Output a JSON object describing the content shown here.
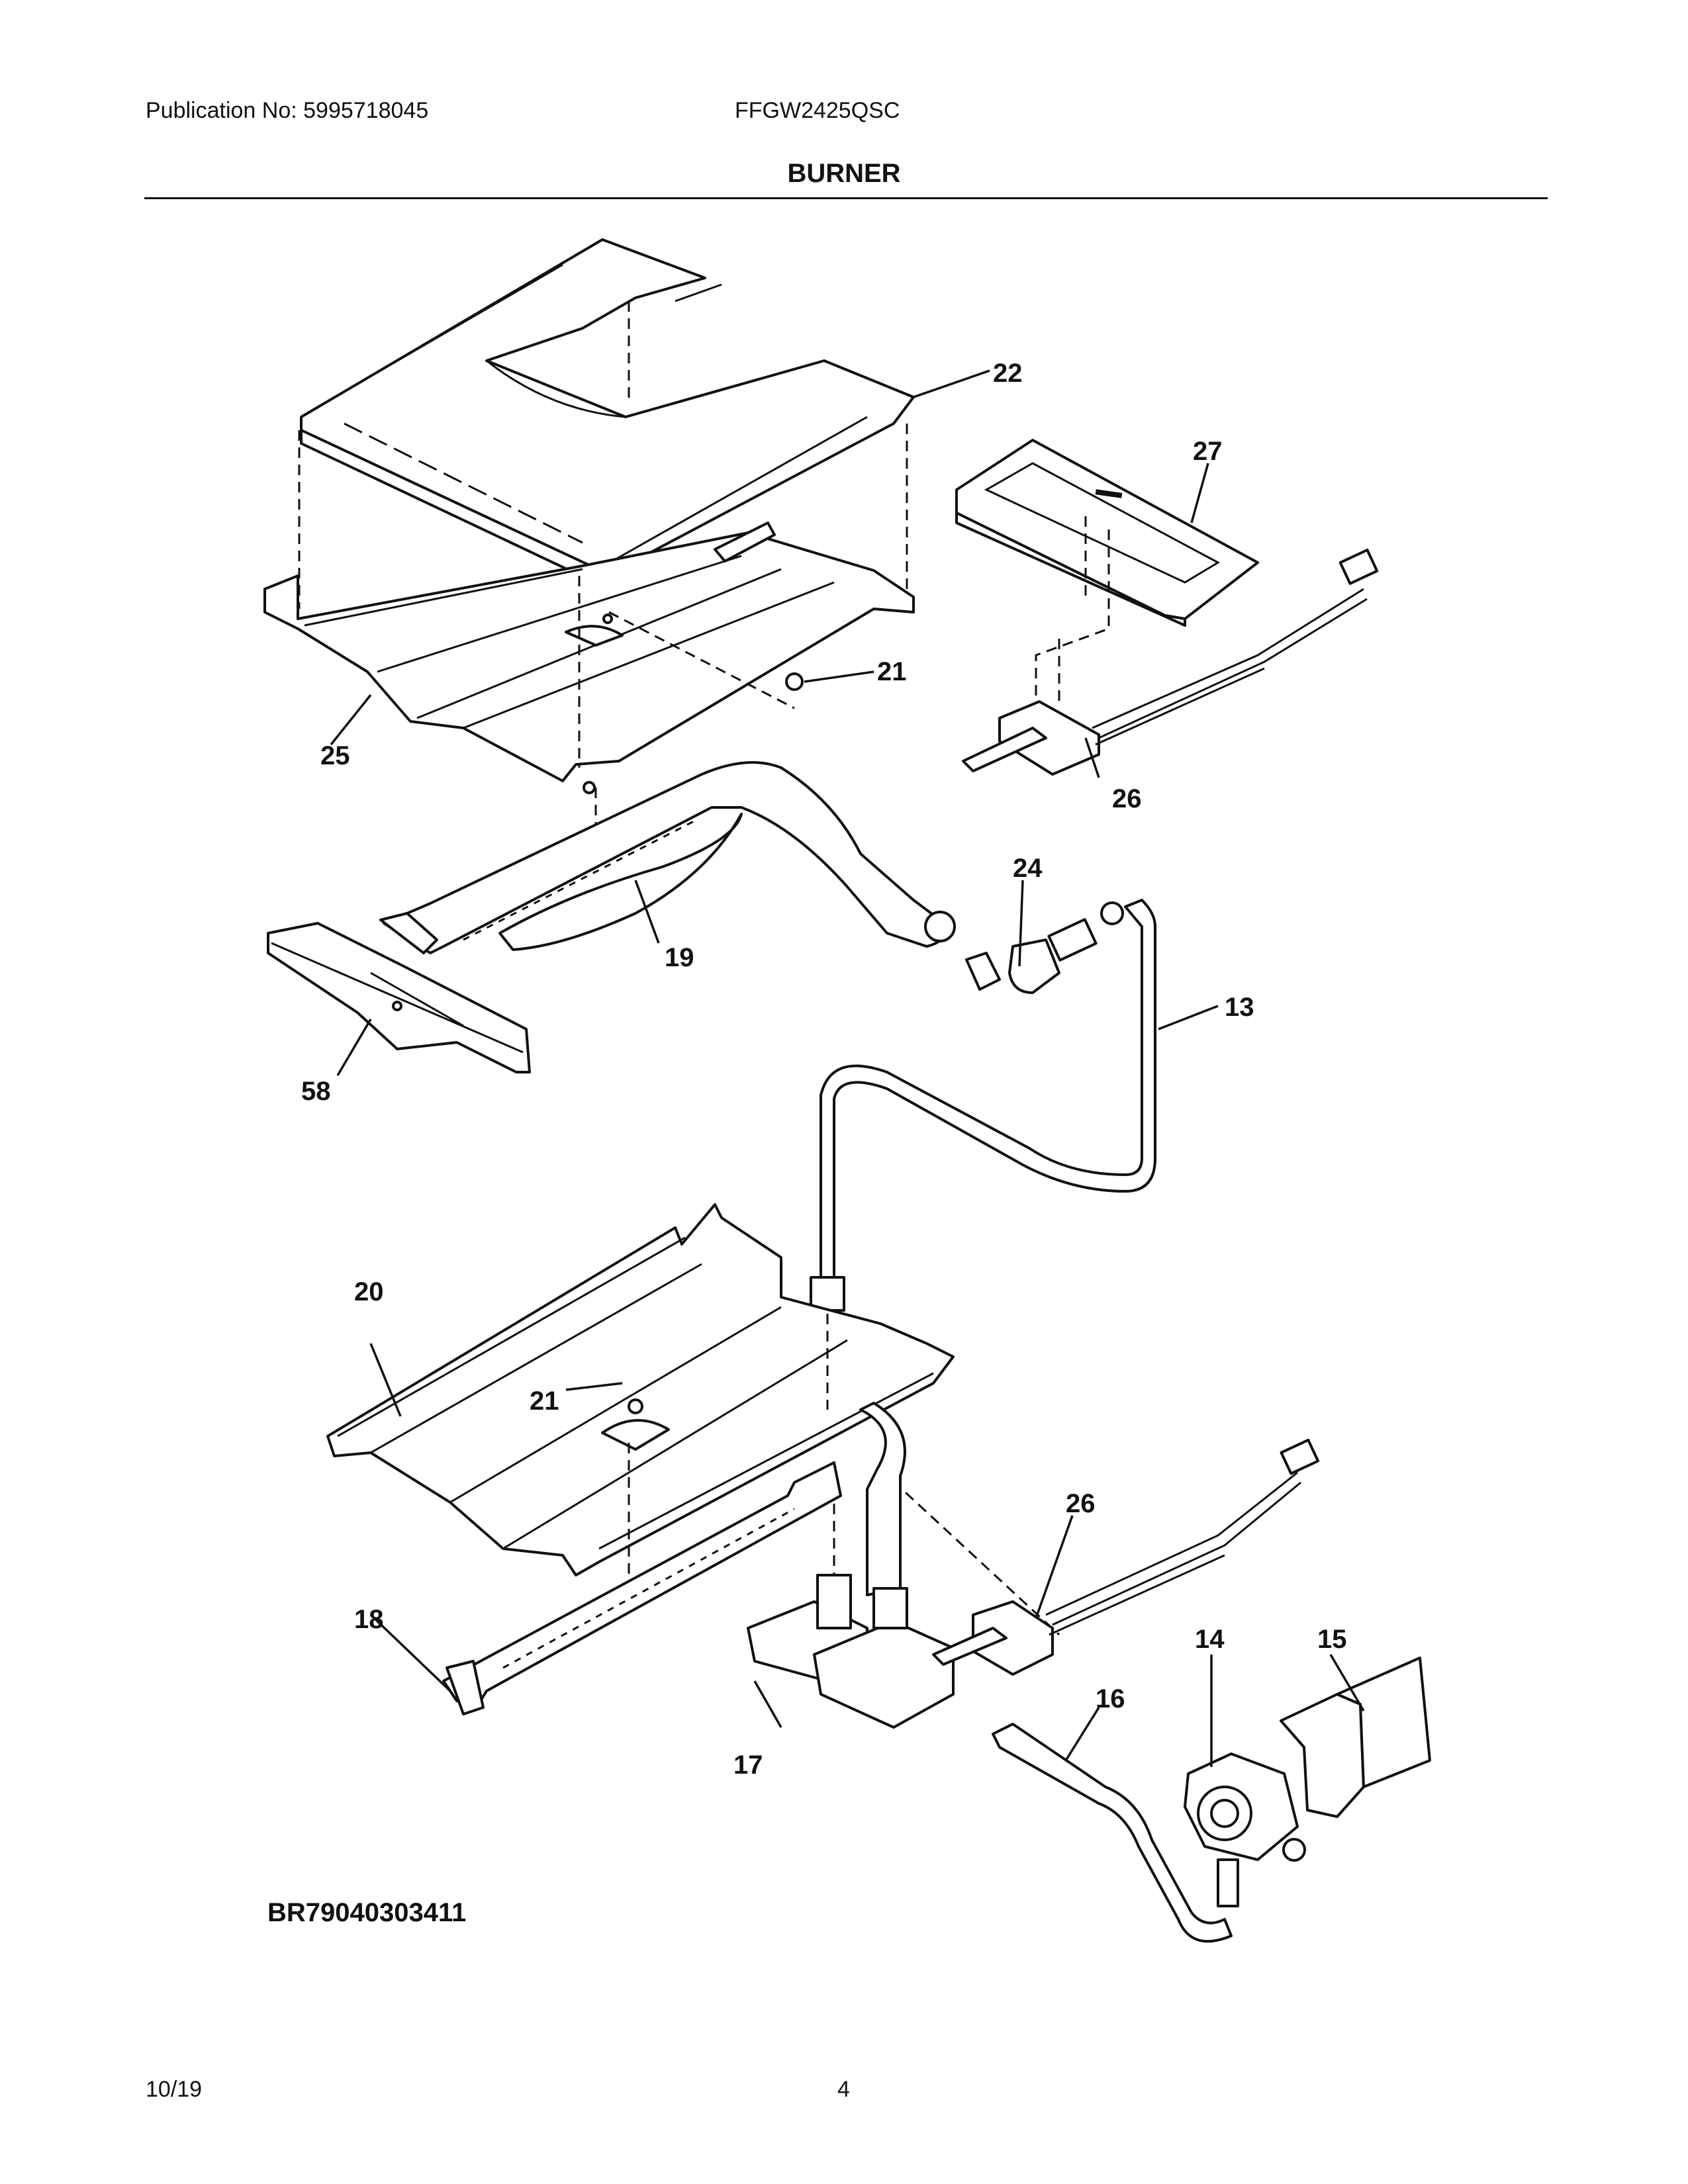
{
  "header": {
    "publication": "Publication No: 5995718045",
    "model": "FFGW2425QSC",
    "section_title": "BURNER"
  },
  "diagram": {
    "callouts": [
      "22",
      "27",
      "21",
      "25",
      "26",
      "24",
      "19",
      "13",
      "58",
      "20",
      "21",
      "26",
      "18",
      "14",
      "15",
      "16",
      "17"
    ],
    "drawing_code": "BR79040303411"
  },
  "footer": {
    "date": "10/19",
    "page": "4"
  }
}
